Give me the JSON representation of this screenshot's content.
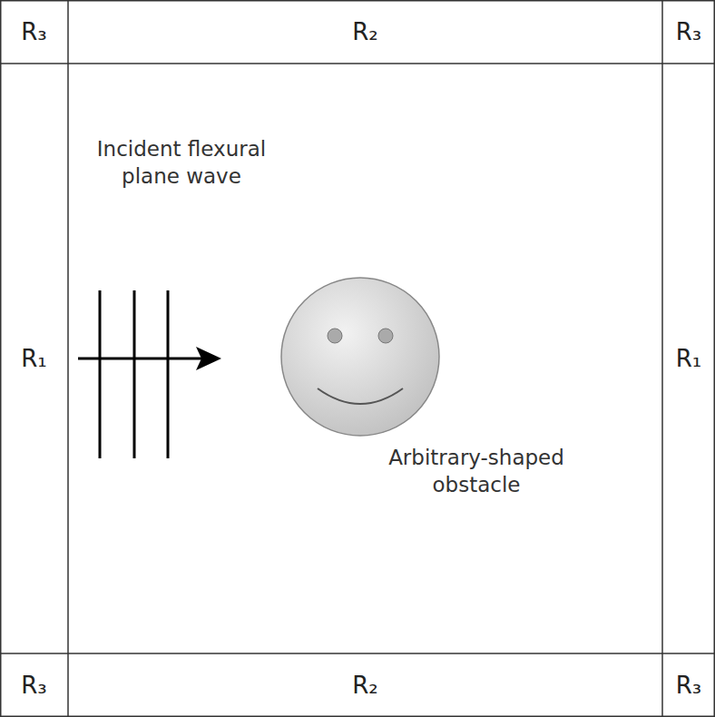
{
  "diagram": {
    "nodes": [
      {
        "text": [
          "R₃"
        ]
      },
      {
        "text": [
          "R₂"
        ]
      },
      {
        "text": [
          "R₃"
        ]
      },
      {
        "text": [
          "R₁"
        ]
      },
      {
        "text": [
          "R₁"
        ]
      },
      {
        "text": [
          "R₃"
        ]
      },
      {
        "text": [
          "R₂"
        ]
      },
      {
        "text": [
          "R₃"
        ]
      }
    ],
    "labels": [
      "Incident flexural plane wave",
      "Arbitrary-shaped obstacle"
    ]
  }
}
